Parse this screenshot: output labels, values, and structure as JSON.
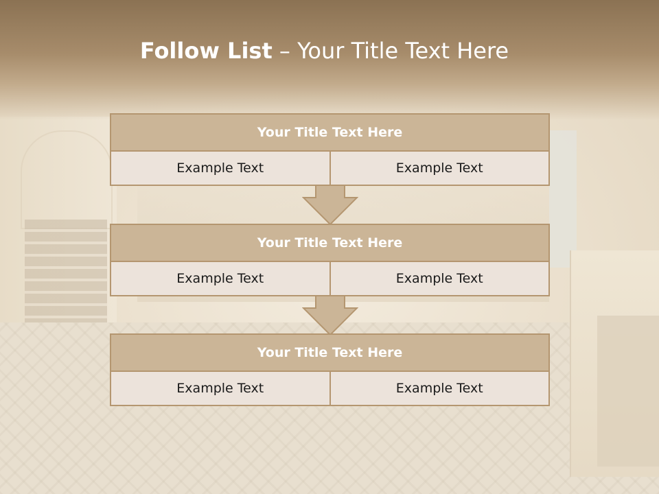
{
  "title": {
    "bold": "Follow List",
    "rest": " – Your Title Text Here"
  },
  "steps": [
    {
      "title": "Your Title Text Here",
      "left": "Example Text",
      "right": "Example Text"
    },
    {
      "title": "Your Title Text Here",
      "left": "Example Text",
      "right": "Example Text"
    },
    {
      "title": "Your Title Text Here",
      "left": "Example Text",
      "right": "Example Text"
    }
  ],
  "colors": {
    "header": "#8b7253",
    "title_box": "#cbb597",
    "border": "#b49670",
    "cell": "#ece3db"
  }
}
